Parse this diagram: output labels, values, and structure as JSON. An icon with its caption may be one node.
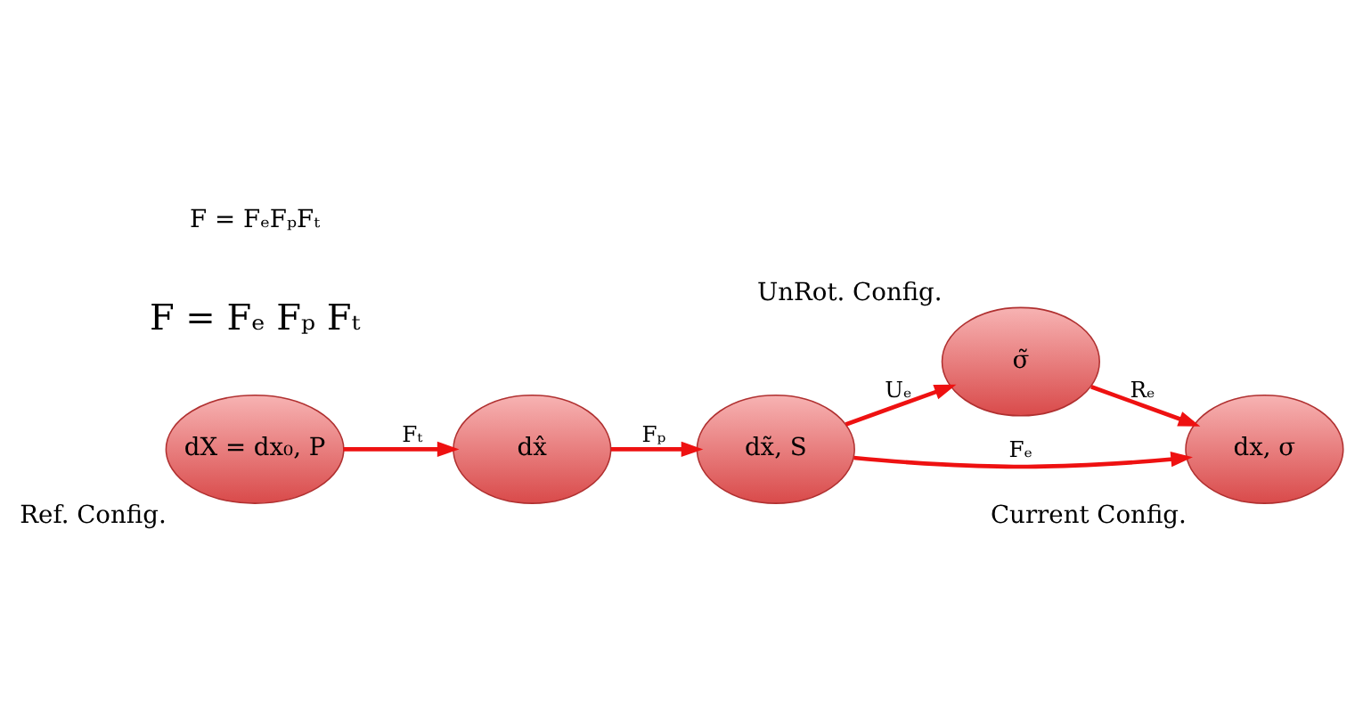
{
  "diagram": {
    "nodes": [
      {
        "text": [
          "dX = dx₀, P"
        ],
        "beside": [
          "Ref. Config."
        ]
      },
      {
        "text": [
          "dx̂"
        ]
      },
      {
        "text": [
          "dx̃, S"
        ]
      },
      {
        "text": [
          "σ̃"
        ],
        "beside": [
          "UnRot. Config."
        ]
      },
      {
        "text": [
          "dx, σ"
        ],
        "beside": [
          "Current Config."
        ]
      }
    ],
    "edges": [
      {
        "from": 0,
        "to": 1,
        "arrow": "to",
        "label": "Fₜ"
      },
      {
        "from": 1,
        "to": 2,
        "arrow": "to",
        "label": "Fₚ"
      },
      {
        "from": 2,
        "to": 3,
        "arrow": "to",
        "label": "Uₑ"
      },
      {
        "from": 2,
        "to": 4,
        "arrow": "to",
        "label": "Fₑ"
      },
      {
        "from": 3,
        "to": 4,
        "arrow": "to",
        "label": "Rₑ"
      }
    ],
    "labels": [
      "F = Fₑ Fₚ Fₜ",
      "F = FₑFₚFₜ"
    ]
  }
}
